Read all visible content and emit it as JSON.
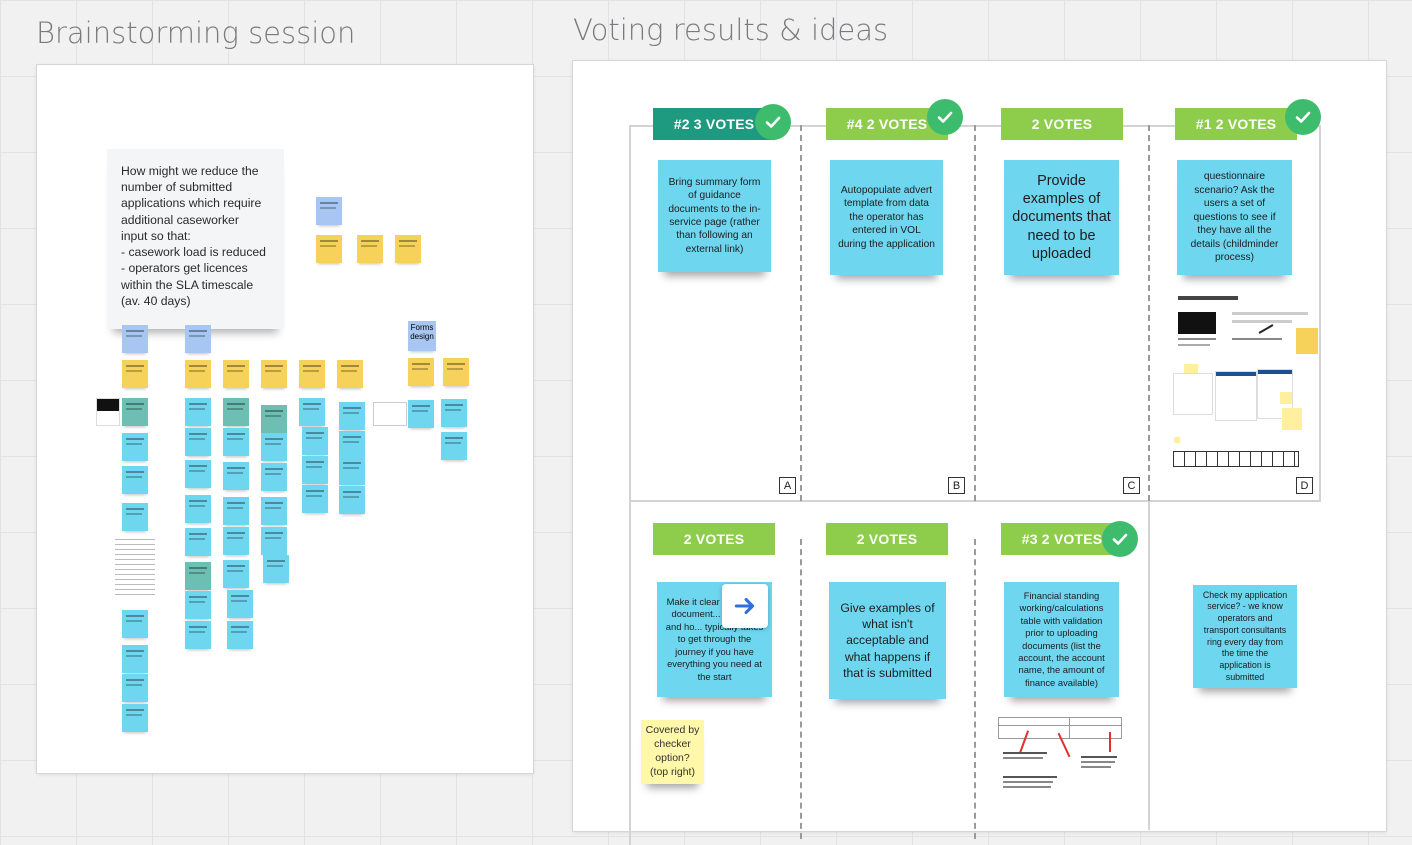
{
  "frames": {
    "left_title": "Brainstorming session",
    "right_title": "Voting results & ideas"
  },
  "question": {
    "text": "How might we reduce the\nnumber of submitted\napplications which require\nadditional caseworker\ninput so that:\n- casework load is reduced\n- operators get licences\nwithin the SLA timescale\n(av. 40 days)"
  },
  "brainstorm": {
    "forms_design_label": "Forms design"
  },
  "ideas": [
    {
      "votes_label": "#2 3 VOTES",
      "winner": true,
      "text": "Bring summary form of guidance documents to the in-service page (rather than following an external link)",
      "letter": "A"
    },
    {
      "votes_label": "#4 2 VOTES",
      "winner": true,
      "text": "Autopopulate advert template from data the operator has entered in VOL during the application",
      "letter": "B"
    },
    {
      "votes_label": "2 VOTES",
      "winner": false,
      "text": "Provide examples of documents that need to be uploaded",
      "letter": "C"
    },
    {
      "votes_label": "#1 2 VOTES",
      "winner": true,
      "text": "questionnaire scenario? Ask the users a set of questions to see if they have all the details (childminder process)",
      "letter": "D"
    },
    {
      "votes_label": "2 VOTES",
      "winner": false,
      "text": "Make it clear sp... what document... required and ho... typically takes to get through the journey if you have everything you need at the start"
    },
    {
      "votes_label": "2 VOTES",
      "winner": false,
      "text": "Give examples of what isn't acceptable and what happens if that is submitted"
    },
    {
      "votes_label": "#3 2 VOTES",
      "winner": true,
      "text": "Financial standing working/calculations table with validation prior to uploading documents (list the account, the account name, the amount of finance available)"
    }
  ],
  "extra_sticky": "Check my application service? - we know operators and transport consultants ring every day from the time the application is submitted",
  "checker_note": "Covered by checker option? (top right)",
  "colors": {
    "canvas": "#f1f1f2",
    "sticky_blue": "#6fd6f0",
    "sticky_yellow": "#f7d25a",
    "vote_green": "#8dcd4b",
    "vote_teal": "#1e9a80",
    "check_green": "#3dbc6e"
  },
  "icons": [
    "check-icon",
    "arrow-right-icon"
  ]
}
